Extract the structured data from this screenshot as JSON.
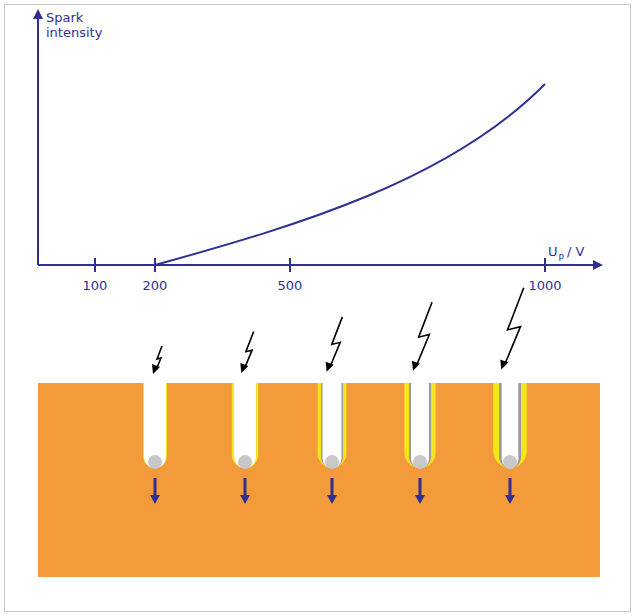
{
  "diagram": {
    "labels": [
      "Spark intensity",
      "U",
      "P",
      "/ V",
      "100",
      "200",
      "500",
      "1000"
    ]
  }
}
